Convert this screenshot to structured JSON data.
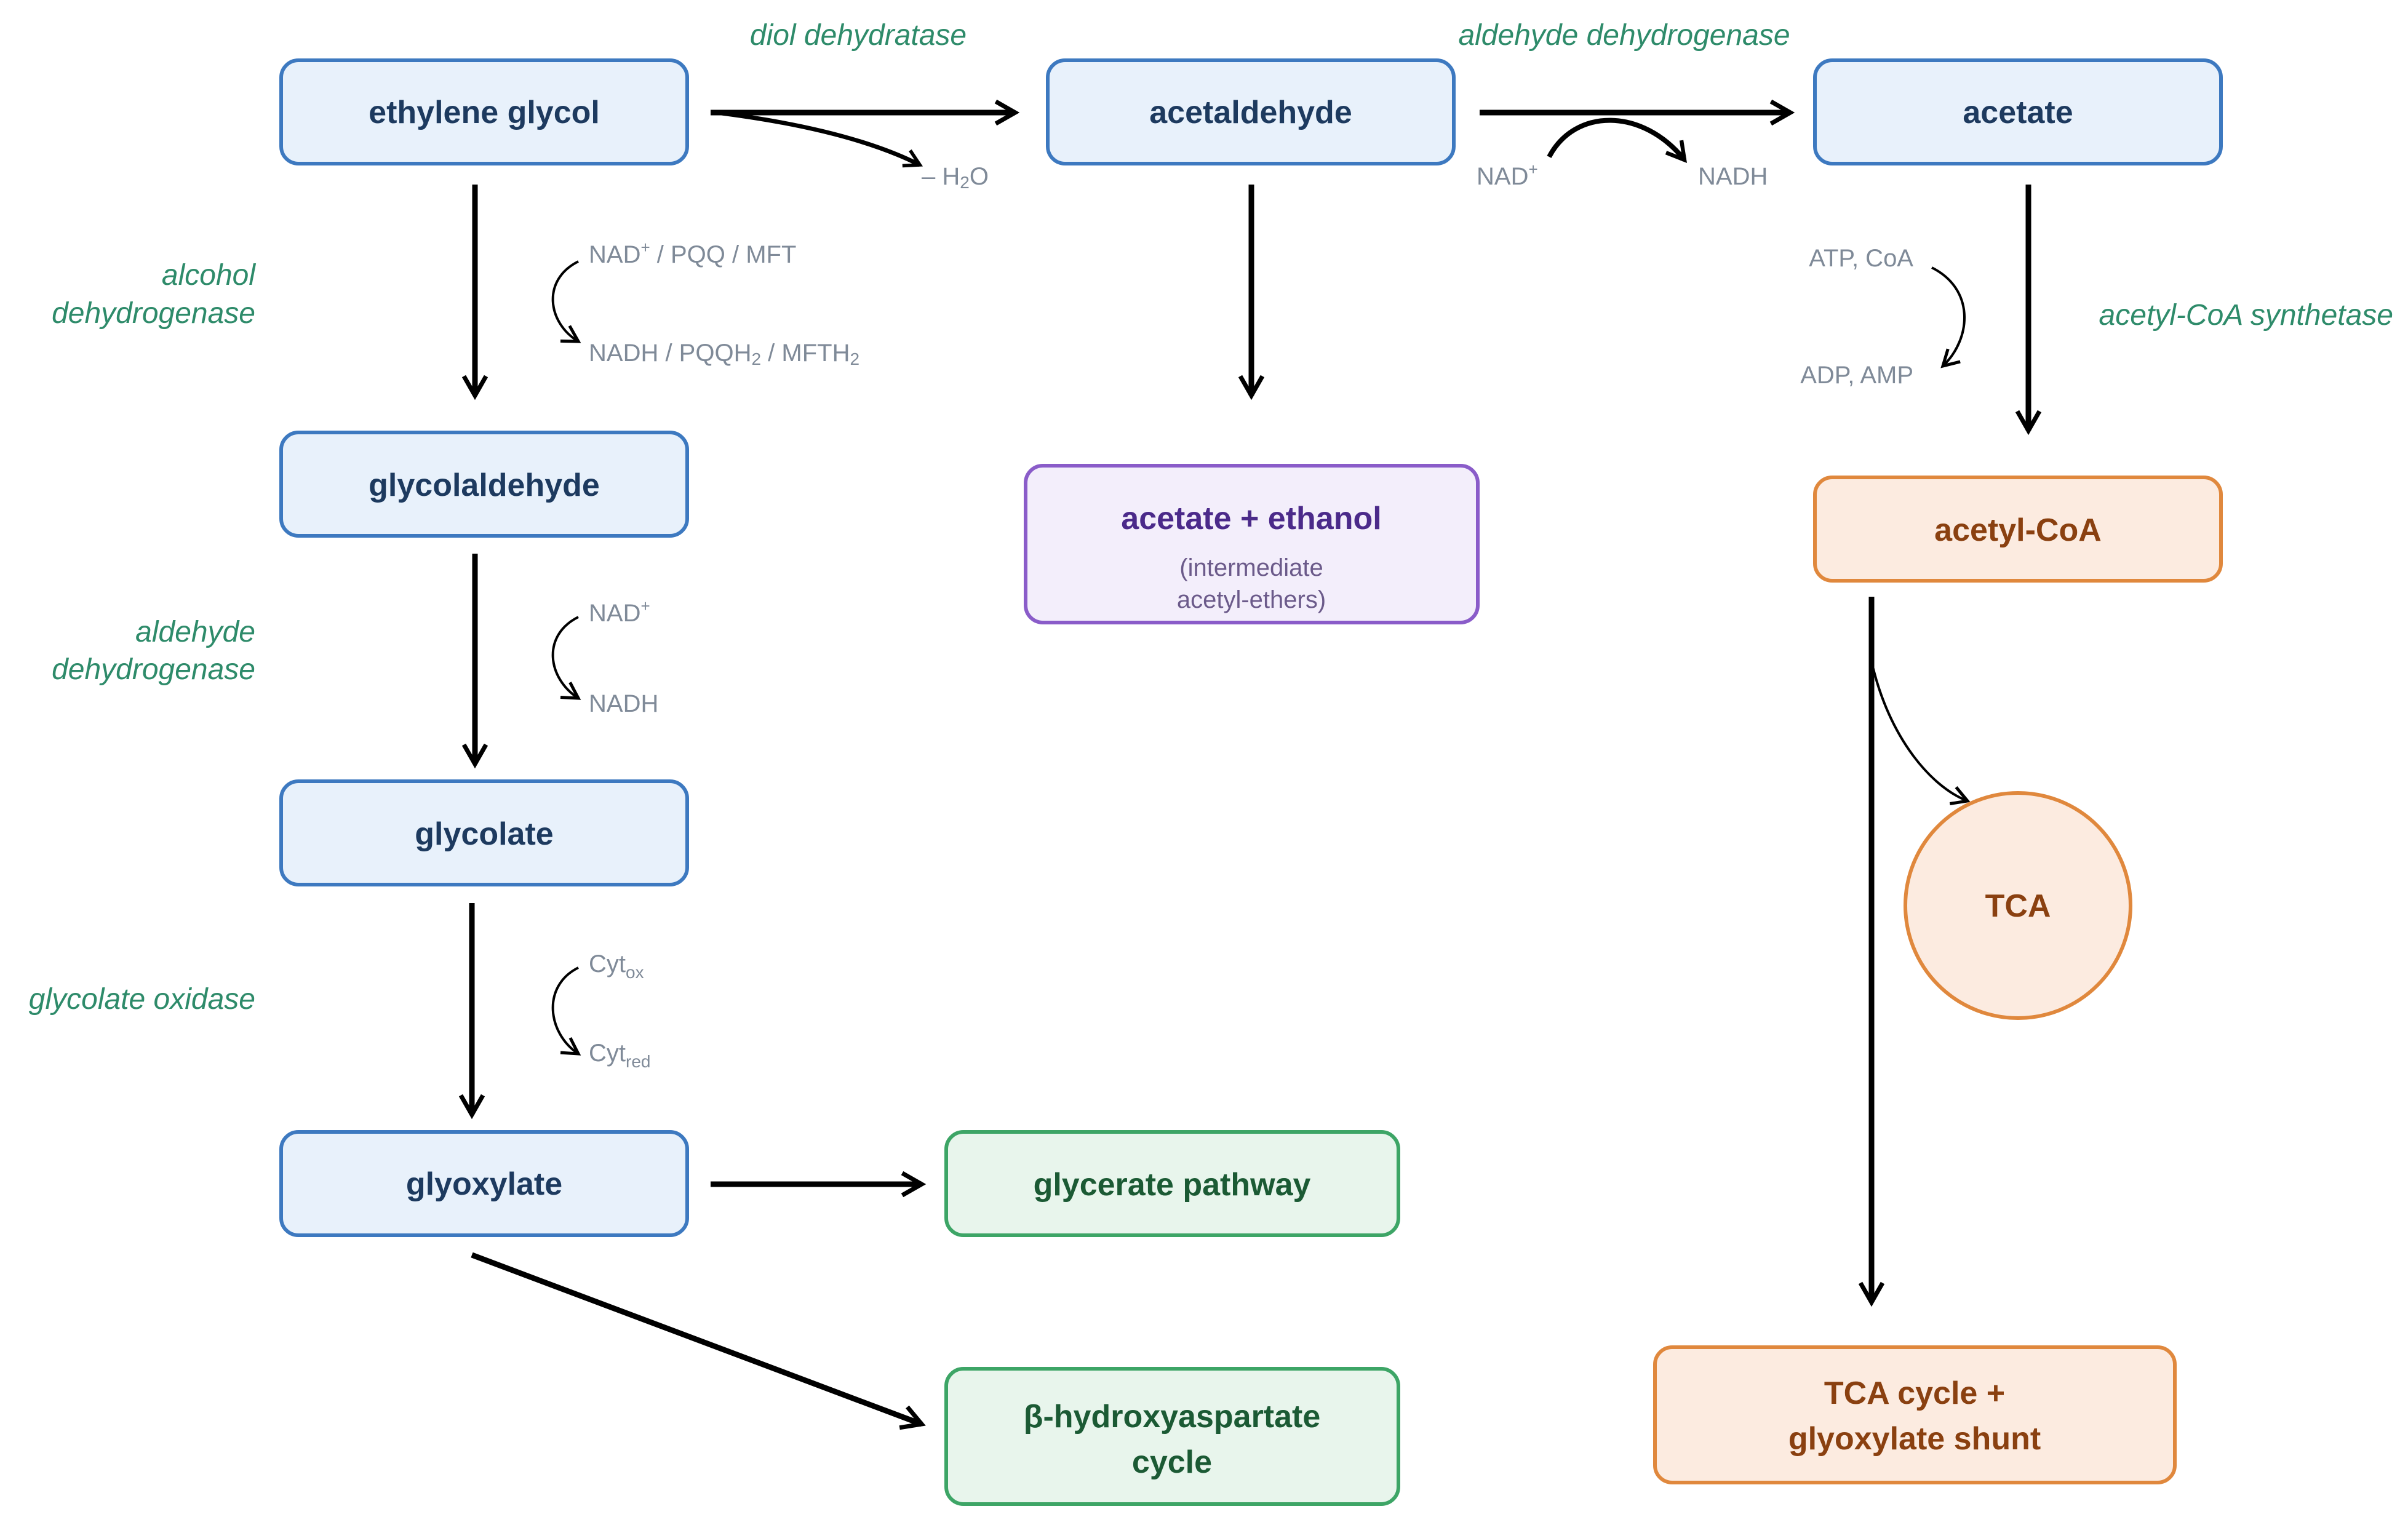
{
  "colors": {
    "blue_fill": "#e8f1fb",
    "blue_stroke": "#3d79c0",
    "blue_text": "#1d3a5f",
    "purple_fill": "#f3eefb",
    "purple_stroke": "#8a5cc9",
    "purple_text": "#4b2a8a",
    "purple_note": "#6b5a8a",
    "green_fill": "#e8f5ec",
    "green_stroke": "#3da566",
    "green_text": "#1b5a34",
    "orange_fill": "#fcebe0",
    "orange_stroke": "#e0883d",
    "orange_text": "#8a4010",
    "enzyme": "#2e8b6a",
    "cofactor": "#7f8a98",
    "arrow": "#000000"
  },
  "nodes": {
    "ethylene_glycol": "ethylene glycol",
    "acetaldehyde": "acetaldehyde",
    "acetate": "acetate",
    "glycolaldehyde": "glycolaldehyde",
    "acetate_ethanol": "acetate + ethanol",
    "acetate_ethanol_note_1": "(intermediate",
    "acetate_ethanol_note_2": "acetyl-ethers)",
    "acetyl_coa": "acetyl-CoA",
    "glycolate": "glycolate",
    "tca": "TCA",
    "glyoxylate": "glyoxylate",
    "glycerate_pathway": "glycerate pathway",
    "bhap_1": "β-hydroxyaspartate",
    "bhap_2": "cycle",
    "tca_shunt_1": "TCA cycle +",
    "tca_shunt_2": "glyoxylate shunt"
  },
  "enzymes": {
    "diol_dehydratase": "diol dehydratase",
    "aldehyde_dehydrogenase_top": "aldehyde dehydrogenase",
    "alcohol_dh_1": "alcohol",
    "alcohol_dh_2": "dehydrogenase",
    "acetyl_coa_synthetase": "acetyl-CoA synthetase",
    "aldehyde_dh_left_1": "aldehyde",
    "aldehyde_dh_left_2": "dehydrogenase",
    "glycolate_oxidase": "glycolate oxidase"
  },
  "cofactors": {
    "water_prefix": "– H",
    "water_sub": "2",
    "water_suffix": "O",
    "nad_plus_top": "NAD",
    "plus": "+",
    "nadh_top": "NADH",
    "alc_in": "/ PQQ / MFT",
    "alc_out_a": "NADH / PQQH",
    "alc_out_sub1": "2",
    "alc_out_b": " / MFTH",
    "alc_out_sub2": "2",
    "atp_coa": "ATP, CoA",
    "adp_amp": "ADP, AMP",
    "ald_in": "NAD",
    "ald_out": "NADH",
    "cyt": "Cyt",
    "ox": "ox",
    "red": "red"
  }
}
